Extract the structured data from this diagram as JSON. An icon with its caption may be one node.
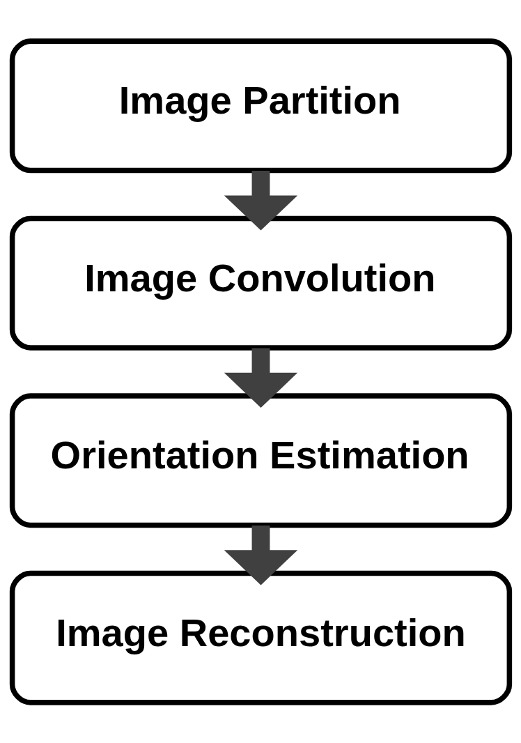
{
  "diagram": {
    "nodes": [
      {
        "text": [
          "Image Partition"
        ]
      },
      {
        "text": [
          "Image Convolution"
        ]
      },
      {
        "text": [
          "Orientation Estimation"
        ]
      },
      {
        "text": [
          "Image Reconstruction"
        ]
      }
    ],
    "edges": [
      {
        "from": 0,
        "to": 1,
        "arrow": "to"
      },
      {
        "from": 1,
        "to": 2,
        "arrow": "to"
      },
      {
        "from": 2,
        "to": 3,
        "arrow": "to"
      }
    ]
  }
}
